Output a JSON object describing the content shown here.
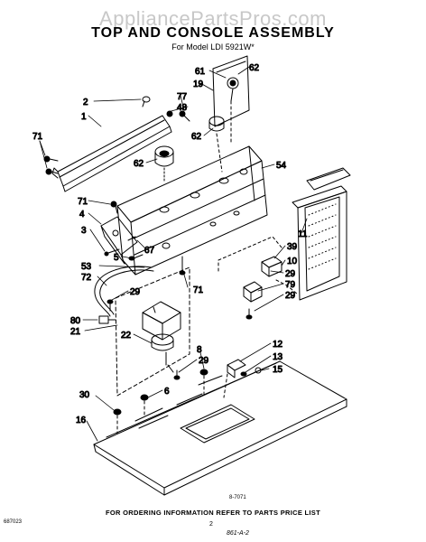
{
  "watermark": "AppliancePartsPros.com",
  "header": {
    "title": "TOP AND CONSOLE ASSEMBLY",
    "subtitle": "For Model LDI 5921W*"
  },
  "callouts": {
    "c61": "61",
    "c62a": "62",
    "c19": "19",
    "c77": "77",
    "c48": "48",
    "c62b": "62",
    "c2": "2",
    "c1": "1",
    "c71a": "71",
    "c62c": "62",
    "c54": "54",
    "c71b": "71",
    "c4": "4",
    "c3": "3",
    "c67": "67",
    "c5": "5",
    "c53": "53",
    "c72": "72",
    "c11": "11",
    "c39": "39",
    "c10": "10",
    "c29a": "29",
    "c79": "79",
    "c29b": "29",
    "c71c": "71",
    "c29c": "29",
    "c80": "80",
    "c21": "21",
    "c22": "22",
    "c8": "8",
    "c12": "12",
    "c13": "13",
    "c15": "15",
    "c29d": "29",
    "c6": "6",
    "c30": "30",
    "c16": "16"
  },
  "footer": {
    "drawing_no": "8-7071",
    "note": "FOR ORDERING INFORMATION REFER TO PARTS PRICE LIST",
    "page": "2",
    "catalog_code": "687023",
    "handwritten": "861-A-2"
  }
}
